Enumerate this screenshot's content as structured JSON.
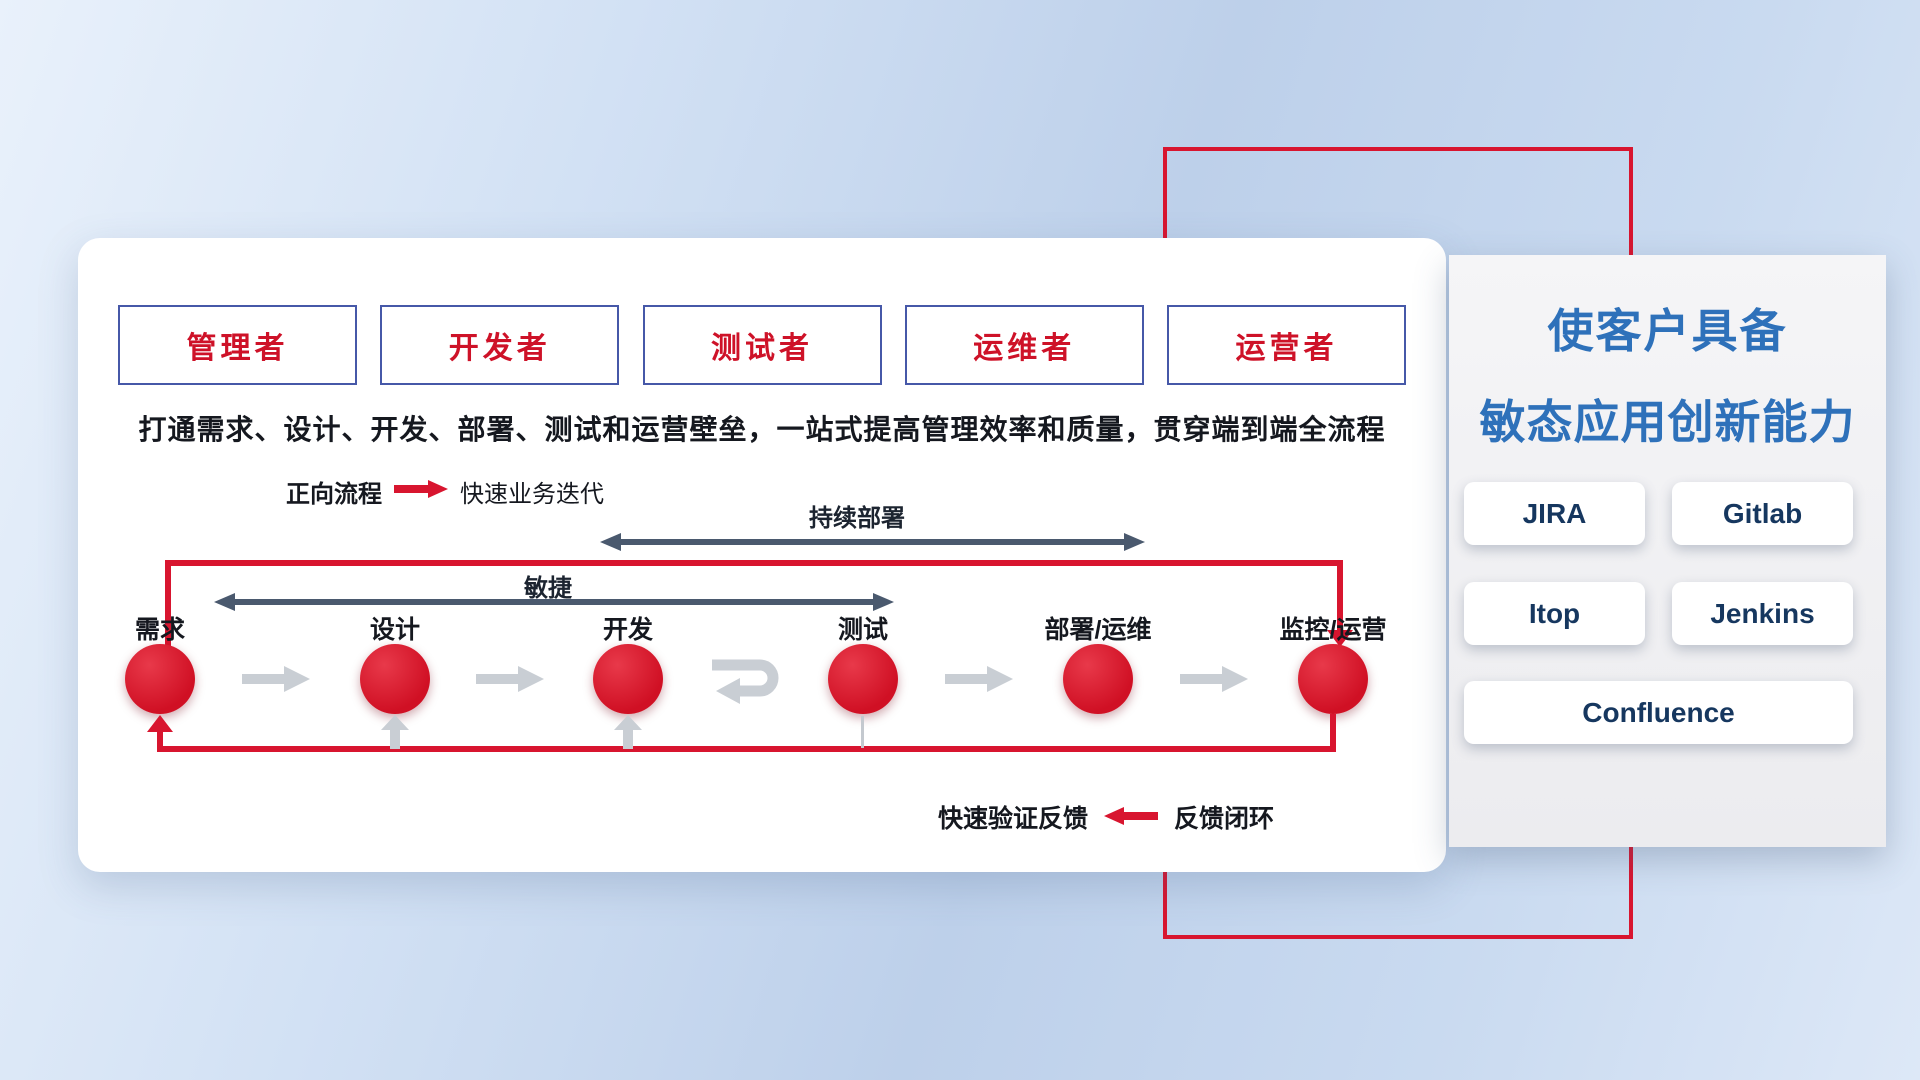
{
  "main_card": {
    "roles": [
      {
        "label": "管理者"
      },
      {
        "label": "开发者"
      },
      {
        "label": "测试者"
      },
      {
        "label": "运维者"
      },
      {
        "label": "运营者"
      }
    ],
    "subtitle": "打通需求、设计、开发、部署、测试和运营壁垒，一站式提高管理效率和质量，贯穿端到端全流程",
    "forward_legend": {
      "name": "正向流程",
      "desc": "快速业务迭代"
    },
    "feedback_legend": {
      "desc": "快速验证反馈",
      "name": "反馈闭环"
    },
    "flow": {
      "continuous_deploy_label": "持续部署",
      "agile_label": "敏捷",
      "stages": [
        {
          "label": "需求"
        },
        {
          "label": "设计"
        },
        {
          "label": "开发"
        },
        {
          "label": "测试"
        },
        {
          "label": "部署/运维"
        },
        {
          "label": "监控/运营"
        }
      ]
    }
  },
  "side_panel": {
    "title_line1": "使客户具备",
    "title_line2": "敏态应用创新能力",
    "tools": [
      {
        "label": "JIRA"
      },
      {
        "label": "Gitlab"
      },
      {
        "label": "Itop"
      },
      {
        "label": "Jenkins"
      },
      {
        "label": "Confluence"
      }
    ]
  },
  "colors": {
    "accent_red": "#d8152f",
    "role_border_navy": "#4658a8",
    "title_blue": "#2e71ba",
    "tool_text_navy": "#16375f",
    "dark_arrow": "#4a596e",
    "gray_arrow": "#c9ced4"
  }
}
